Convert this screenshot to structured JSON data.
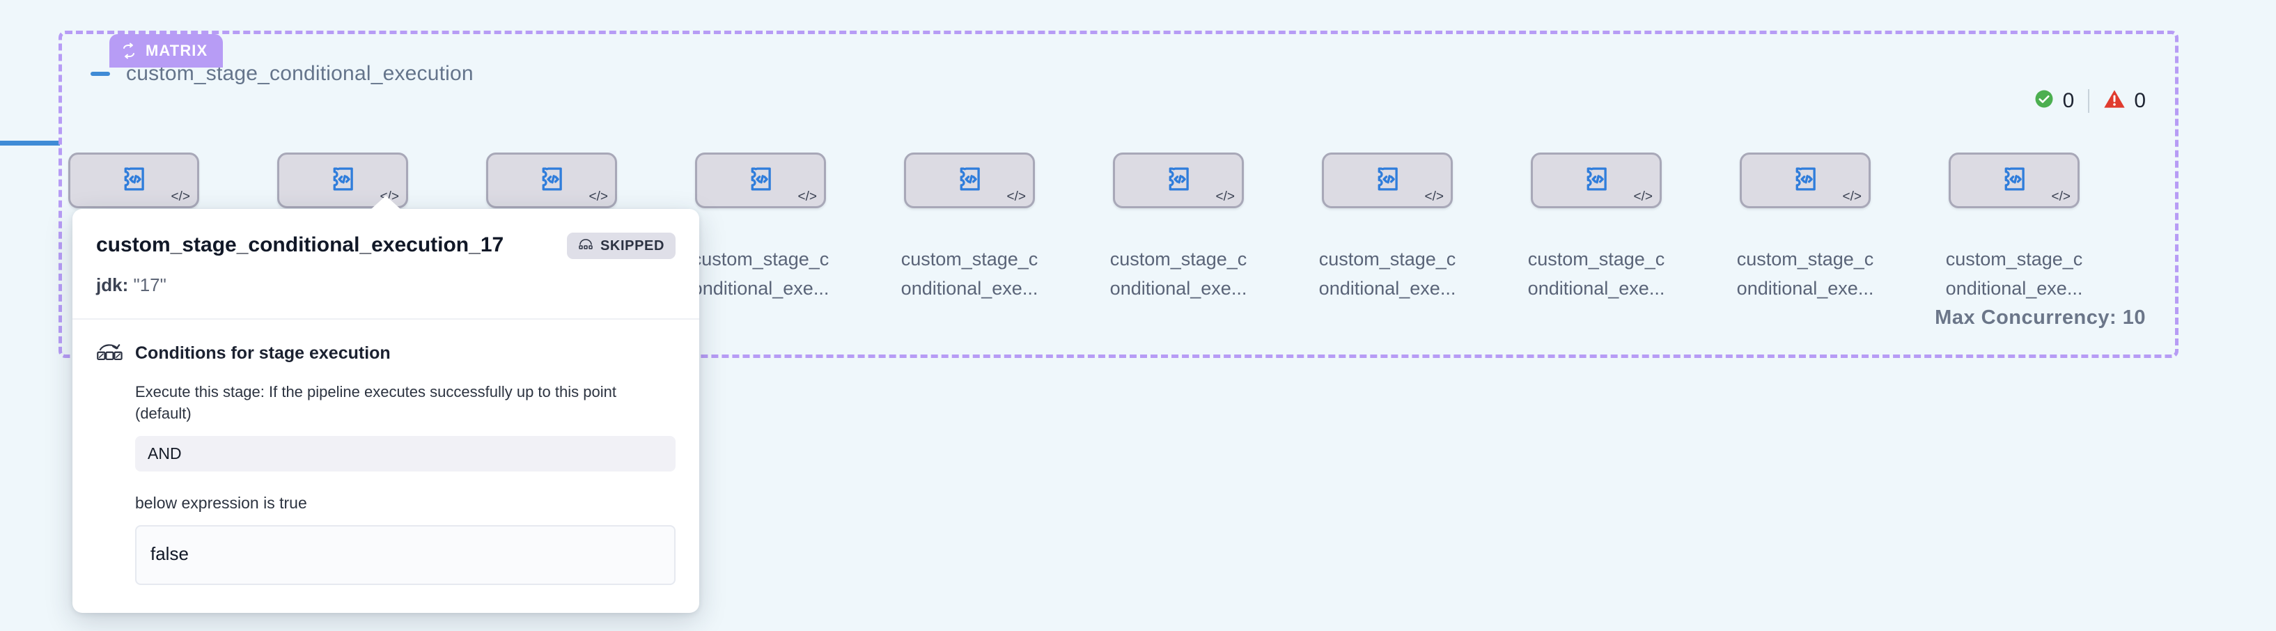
{
  "canvas": {
    "background_color": "#eff7fb",
    "incoming_edge_color": "#3f8bd6"
  },
  "matrix_group": {
    "badge_label": "MATRIX",
    "badge_icon": "loop-refresh-icon",
    "badge_color": "#b79cf5",
    "border_color": "#b79cf5",
    "collapse_icon": "minus-icon",
    "title": "custom_stage_conditional_execution",
    "max_concurrency_label": "Max Concurrency: 10",
    "status": {
      "success_icon": "check-circle-icon",
      "success_color": "#4caf50",
      "success_count": "0",
      "warning_icon": "warning-triangle-icon",
      "warning_color": "#e03b2e",
      "warning_count": "0"
    }
  },
  "nodes": [
    {
      "icon": "custom-stage-code-icon",
      "corner_icon": "code-brackets-icon",
      "label_line1": "",
      "label_line2": ""
    },
    {
      "icon": "custom-stage-code-icon",
      "corner_icon": "code-brackets-icon",
      "label_line1": "",
      "label_line2": ""
    },
    {
      "icon": "custom-stage-code-icon",
      "corner_icon": "code-brackets-icon",
      "label_line1": "",
      "label_line2": ""
    },
    {
      "icon": "custom-stage-code-icon",
      "corner_icon": "code-brackets-icon",
      "label_line1": "custom_stage_c",
      "label_line2": "onditional_exe..."
    },
    {
      "icon": "custom-stage-code-icon",
      "corner_icon": "code-brackets-icon",
      "label_line1": "custom_stage_c",
      "label_line2": "onditional_exe..."
    },
    {
      "icon": "custom-stage-code-icon",
      "corner_icon": "code-brackets-icon",
      "label_line1": "custom_stage_c",
      "label_line2": "onditional_exe..."
    },
    {
      "icon": "custom-stage-code-icon",
      "corner_icon": "code-brackets-icon",
      "label_line1": "custom_stage_c",
      "label_line2": "onditional_exe..."
    },
    {
      "icon": "custom-stage-code-icon",
      "corner_icon": "code-brackets-icon",
      "label_line1": "custom_stage_c",
      "label_line2": "onditional_exe..."
    },
    {
      "icon": "custom-stage-code-icon",
      "corner_icon": "code-brackets-icon",
      "label_line1": "custom_stage_c",
      "label_line2": "onditional_exe..."
    },
    {
      "icon": "custom-stage-code-icon",
      "corner_icon": "code-brackets-icon",
      "label_line1": "custom_stage_c",
      "label_line2": "onditional_exe..."
    }
  ],
  "popover": {
    "title": "custom_stage_conditional_execution_17",
    "status_badge": {
      "label": "SKIPPED",
      "icon": "skip-arc-icon",
      "background_color": "#dfdfe8"
    },
    "matrix_axis_key": "jdk:",
    "matrix_axis_value": "\"17\"",
    "conditions": {
      "icon": "conditional-execution-icon",
      "heading": "Conditions for stage execution",
      "description": "Execute this stage: If the pipeline executes successfully up to this point (default)",
      "operator": "AND",
      "note": "below expression is true",
      "expression": "false"
    }
  }
}
